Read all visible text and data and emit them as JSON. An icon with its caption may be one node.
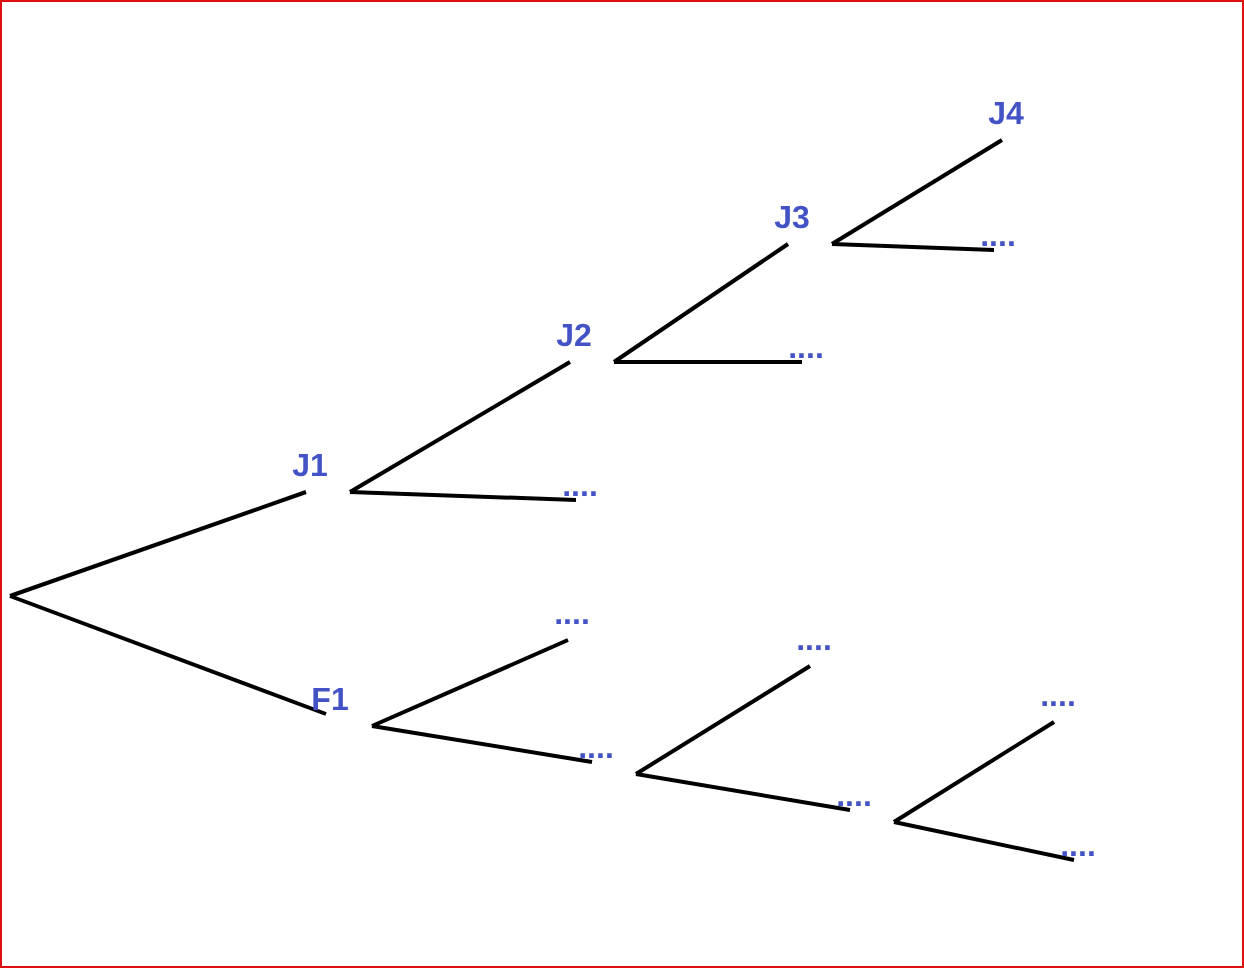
{
  "diagram": {
    "nodes": [
      {
        "text": [
          "J1"
        ]
      },
      {
        "text": [
          "F1"
        ]
      },
      {
        "text": [
          "J2"
        ]
      },
      {
        "text": [
          "...."
        ]
      },
      {
        "text": [
          "J3"
        ]
      },
      {
        "text": [
          "...."
        ]
      },
      {
        "text": [
          "J4"
        ]
      },
      {
        "text": [
          "...."
        ]
      },
      {
        "text": [
          "...."
        ]
      },
      {
        "text": [
          "...."
        ]
      },
      {
        "text": [
          "...."
        ]
      },
      {
        "text": [
          "...."
        ]
      },
      {
        "text": [
          "...."
        ]
      },
      {
        "text": [
          "...."
        ]
      }
    ],
    "edges": [
      {
        "from": null,
        "to": 0,
        "arrow": "none"
      },
      {
        "from": null,
        "to": 1,
        "arrow": "none"
      },
      {
        "from": 0,
        "to": 2,
        "arrow": "none"
      },
      {
        "from": 0,
        "to": 3,
        "arrow": "none"
      },
      {
        "from": 2,
        "to": 4,
        "arrow": "none"
      },
      {
        "from": 2,
        "to": 5,
        "arrow": "none"
      },
      {
        "from": 4,
        "to": 6,
        "arrow": "none"
      },
      {
        "from": 4,
        "to": 7,
        "arrow": "none"
      },
      {
        "from": 1,
        "to": 8,
        "arrow": "none"
      },
      {
        "from": 1,
        "to": 9,
        "arrow": "none"
      },
      {
        "from": 9,
        "to": 10,
        "arrow": "none"
      },
      {
        "from": 9,
        "to": 11,
        "arrow": "none"
      },
      {
        "from": 11,
        "to": 12,
        "arrow": "none"
      },
      {
        "from": 11,
        "to": 13,
        "arrow": "none"
      }
    ]
  }
}
